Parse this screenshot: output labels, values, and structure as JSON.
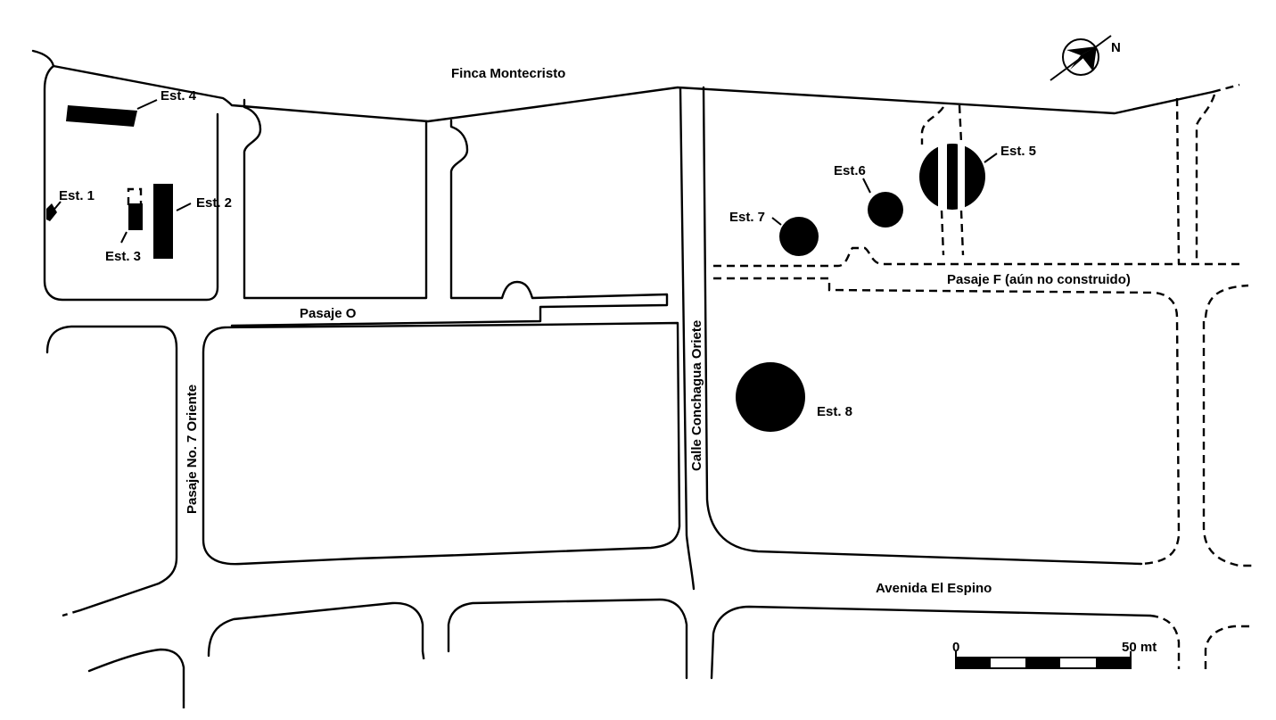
{
  "streets": {
    "finca": "Finca  Montecristo",
    "pasaje_o": "Pasaje O",
    "pasaje_f": "Pasaje F (aún no construido)",
    "pasaje_7": "Pasaje No. 7 Oriente",
    "calle_conchagua": "Calle Conchagua Oriete",
    "avenida": "Avenida El Espino"
  },
  "features": {
    "est1": "Est. 1",
    "est2": "Est. 2",
    "est3": "Est. 3",
    "est4": "Est. 4",
    "est5": "Est. 5",
    "est6": "Est.6",
    "est7": "Est. 7",
    "est8": "Est. 8"
  },
  "north_arrow": {
    "label": "N",
    "icon": "north-arrow-icon"
  },
  "scale": {
    "start": "0",
    "end": "50 mt"
  },
  "colors": {
    "ink": "#000000",
    "paper": "#ffffff"
  }
}
